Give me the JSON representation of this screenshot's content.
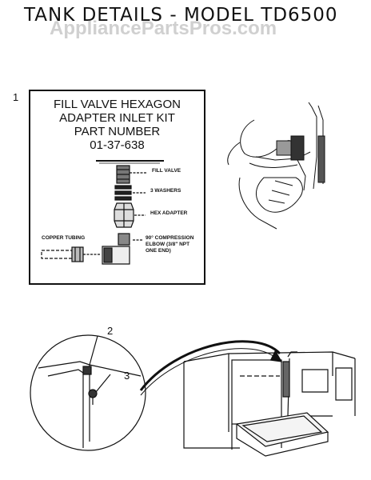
{
  "header": {
    "title": "TANK DETAILS - MODEL TD6500",
    "watermark": "AppliancePartsPros.com"
  },
  "section": {
    "number": "1"
  },
  "kit": {
    "title_lines": [
      "FILL VALVE HEXAGON",
      "ADAPTER INLET KIT",
      "PART NUMBER",
      "01-37-638"
    ],
    "labels": {
      "fill_valve": "FILL VALVE",
      "washers": "3 WASHERS",
      "hex_adapter": "HEX ADAPTER",
      "copper_tubing": "COPPER TUBING",
      "elbow_line1": "90° COMPRESSION",
      "elbow_line2": "ELBOW (3/8\" NPT",
      "elbow_line3": "ONE END)"
    }
  },
  "callouts": {
    "c2": "2",
    "c3": "3"
  },
  "colors": {
    "ink": "#111111",
    "watermark": "#969696",
    "background": "#ffffff"
  }
}
